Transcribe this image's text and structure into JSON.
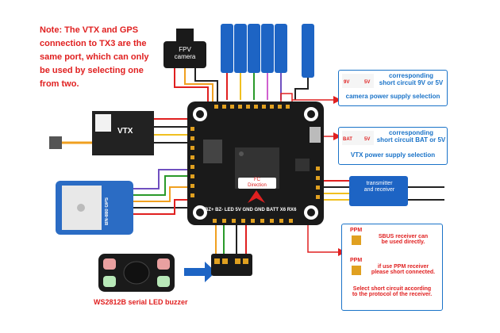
{
  "note": {
    "line1": "Note: The VTX and GPS",
    "line2": "connection to TX3 are the",
    "line3": "same port, which can only",
    "line4": "be used by selecting one",
    "line5": "from two."
  },
  "camera": {
    "line1": "FPV",
    "line2": "camera"
  },
  "vtx": {
    "label": "VTX"
  },
  "gps": {
    "label": "BN-880 GPS"
  },
  "buzzer": {
    "label": "WS2812B serial LED buzzer"
  },
  "fc": {
    "direction_line1": "FC",
    "direction_line2": "Direction",
    "bottom_pads": "BZ+ BZ- LED 5V GND GND BATT X6 RX6"
  },
  "receiver": {
    "line1": "transmitter",
    "line2": "and receiver"
  },
  "callouts": {
    "camera": {
      "left_volt": "9V",
      "right_volt": "5V",
      "line1": "corresponding",
      "line2": "short circuit 9V or 5V",
      "title": "camera power supply selection"
    },
    "vtx": {
      "left_volt": "BAT",
      "right_volt": "5V",
      "line1": "corresponding",
      "line2": "short circuit BAT or 5V",
      "title": "VTX power supply selection"
    },
    "receiver": {
      "ppm1": "PPM",
      "sbus_line1": "SBUS receiver can",
      "sbus_line2": "be used directly.",
      "ppm2": "PPM",
      "ppm_line1": "if use PPM receiver",
      "ppm_line2": "please short connected.",
      "footer_line1": "Select short circuit according",
      "footer_line2": "to the protocol of the receiver."
    }
  },
  "colors": {
    "note_red": "#e02020",
    "callout_blue": "#1a73c8",
    "board": "#1a1a1a",
    "pad_gold": "#e0a020"
  }
}
